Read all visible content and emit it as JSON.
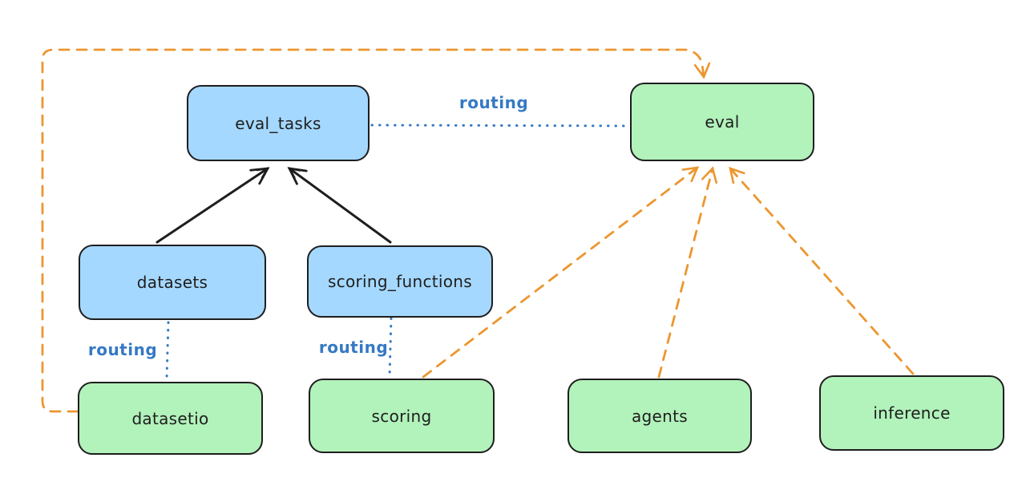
{
  "diagram": {
    "title": "",
    "nodes": {
      "eval_tasks": {
        "label": "eval_tasks",
        "fill": "#a5d8ff",
        "kind": "registry"
      },
      "eval": {
        "label": "eval",
        "fill": "#b2f2bb",
        "kind": "api"
      },
      "datasets": {
        "label": "datasets",
        "fill": "#a5d8ff",
        "kind": "registry"
      },
      "scoring_functions": {
        "label": "scoring_functions",
        "fill": "#a5d8ff",
        "kind": "registry"
      },
      "datasetio": {
        "label": "datasetio",
        "fill": "#b2f2bb",
        "kind": "api"
      },
      "scoring": {
        "label": "scoring",
        "fill": "#b2f2bb",
        "kind": "api"
      },
      "agents": {
        "label": "agents",
        "fill": "#b2f2bb",
        "kind": "api"
      },
      "inference": {
        "label": "inference",
        "fill": "#b2f2bb",
        "kind": "api"
      }
    },
    "edges": [
      {
        "from": "datasets",
        "to": "eval_tasks",
        "style": "solid",
        "arrow": true,
        "color": "#1e1e1e",
        "label": ""
      },
      {
        "from": "scoring_functions",
        "to": "eval_tasks",
        "style": "solid",
        "arrow": true,
        "color": "#1e1e1e",
        "label": ""
      },
      {
        "from": "eval_tasks",
        "to": "eval",
        "style": "dotted",
        "arrow": false,
        "color": "#3579c4",
        "label": "routing"
      },
      {
        "from": "datasets",
        "to": "datasetio",
        "style": "dotted",
        "arrow": false,
        "color": "#3579c4",
        "label": "routing"
      },
      {
        "from": "scoring_functions",
        "to": "scoring",
        "style": "dotted",
        "arrow": false,
        "color": "#3579c4",
        "label": "routing"
      },
      {
        "from": "datasetio",
        "to": "eval",
        "style": "dashed",
        "arrow": true,
        "color": "#ec962f",
        "label": ""
      },
      {
        "from": "scoring",
        "to": "eval",
        "style": "dashed",
        "arrow": true,
        "color": "#ec962f",
        "label": ""
      },
      {
        "from": "agents",
        "to": "eval",
        "style": "dashed",
        "arrow": true,
        "color": "#ec962f",
        "label": ""
      },
      {
        "from": "inference",
        "to": "eval",
        "style": "dashed",
        "arrow": true,
        "color": "#ec962f",
        "label": ""
      }
    ],
    "colors": {
      "blue_node_fill": "#a5d8ff",
      "green_node_fill": "#b2f2bb",
      "node_border": "#1e1e1e",
      "routing_blue": "#3579c4",
      "dashed_orange": "#ec962f",
      "solid_arrow_black": "#1e1e1e",
      "background": "#ffffff"
    }
  }
}
